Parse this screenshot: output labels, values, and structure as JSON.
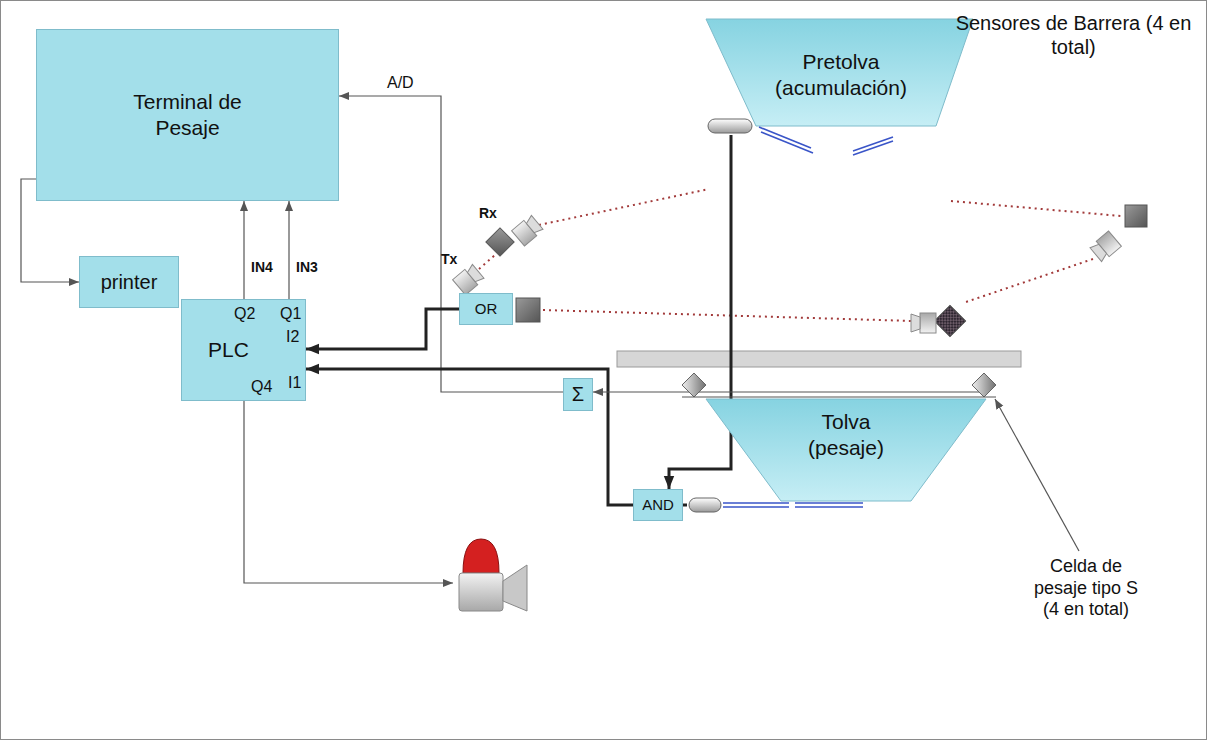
{
  "diagram": {
    "nodes": [
      {
        "text": [
          "Terminal de Pesaje"
        ]
      },
      {
        "text": [
          "printer"
        ]
      },
      {
        "text": [
          "PLC"
        ]
      },
      {
        "text": [
          "OR"
        ]
      },
      {
        "text": [
          "AND"
        ]
      },
      {
        "text": [
          "Σ"
        ]
      },
      {
        "text": [
          "Pretolva (acumulación)"
        ]
      },
      {
        "text": [
          "Tolva (pesaje)"
        ]
      }
    ],
    "edges": [
      {
        "from": 0,
        "to": 1,
        "arrow": "to"
      },
      {
        "from": 2,
        "to": 0,
        "arrow": "to"
      },
      {
        "from": 2,
        "to": 0,
        "arrow": "to"
      },
      {
        "from": 5,
        "to": 0,
        "label": "A/D",
        "arrow": "to"
      },
      {
        "from": 3,
        "to": 2,
        "arrow": "to"
      },
      {
        "from": 4,
        "to": 2,
        "arrow": "to"
      },
      {
        "from": 6,
        "to": 4,
        "arrow": "to"
      },
      {
        "from": 7,
        "to": 4,
        "arrow": "none"
      },
      {
        "from": 7,
        "to": 5,
        "arrow": "to"
      }
    ],
    "labels": [
      "Sensores de Barrera (4 en total)",
      "Rx",
      "Tx",
      "IN4",
      "IN3",
      "Q2",
      "Q1",
      "I2",
      "Q4",
      "I1",
      "Celda de pesaje tipo S (4 en total)"
    ]
  }
}
